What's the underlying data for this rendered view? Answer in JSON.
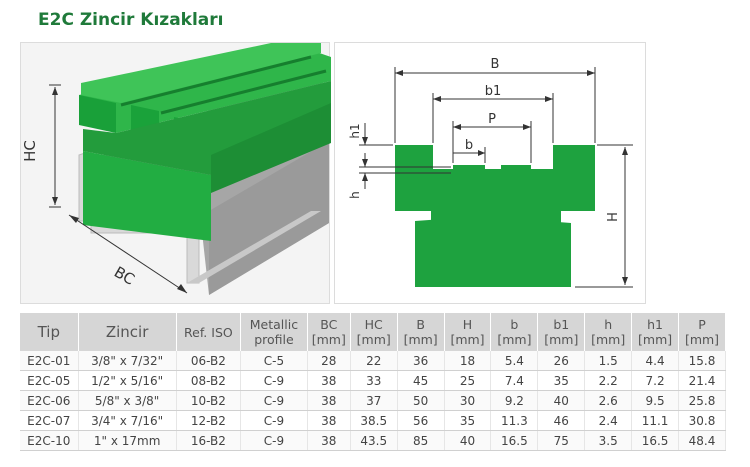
{
  "title": "E2C Zincir Kızakları",
  "diagram_left": {
    "hc_label": "HC",
    "bc_label": "BC"
  },
  "diagram_right": {
    "b_label": "B",
    "b1_label": "b1",
    "p_label": "P",
    "bsmall_label": "b",
    "h1_label": "h1",
    "h_label": "h",
    "H_label": "H"
  },
  "table": {
    "headers": [
      {
        "l1": "Tip",
        "l2": ""
      },
      {
        "l1": "Zincir",
        "l2": ""
      },
      {
        "l1": "Ref. ISO",
        "l2": ""
      },
      {
        "l1": "Metallic",
        "l2": "profile"
      },
      {
        "l1": "BC",
        "l2": "[mm]"
      },
      {
        "l1": "HC",
        "l2": "[mm]"
      },
      {
        "l1": "B",
        "l2": "[mm]"
      },
      {
        "l1": "H",
        "l2": "[mm]"
      },
      {
        "l1": "b",
        "l2": "[mm]"
      },
      {
        "l1": "b1",
        "l2": "[mm]"
      },
      {
        "l1": "h",
        "l2": "[mm]"
      },
      {
        "l1": "h1",
        "l2": "[mm]"
      },
      {
        "l1": "P",
        "l2": "[mm]"
      }
    ],
    "rows": [
      [
        "E2C-01",
        "3/8\" x 7/32\"",
        "06-B2",
        "C-5",
        "28",
        "22",
        "36",
        "18",
        "5.4",
        "26",
        "1.5",
        "4.4",
        "15.8"
      ],
      [
        "E2C-05",
        "1/2\" x 5/16\"",
        "08-B2",
        "C-9",
        "38",
        "33",
        "45",
        "25",
        "7.4",
        "35",
        "2.2",
        "7.2",
        "21.4"
      ],
      [
        "E2C-06",
        "5/8\" x 3/8\"",
        "10-B2",
        "C-9",
        "38",
        "37",
        "50",
        "30",
        "9.2",
        "40",
        "2.6",
        "9.5",
        "25.8"
      ],
      [
        "E2C-07",
        "3/4\" x 7/16\"",
        "12-B2",
        "C-9",
        "38",
        "38.5",
        "56",
        "35",
        "11.3",
        "46",
        "2.4",
        "11.1",
        "30.8"
      ],
      [
        "E2C-10",
        "1\" x 17mm",
        "16-B2",
        "C-9",
        "38",
        "43.5",
        "85",
        "40",
        "16.5",
        "75",
        "3.5",
        "16.5",
        "48.4"
      ]
    ]
  }
}
